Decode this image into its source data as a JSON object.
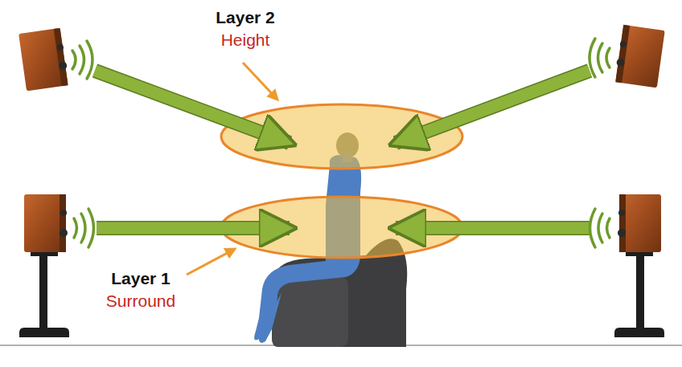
{
  "diagram": {
    "labels": [
      "Layer 2",
      "Height",
      "Layer 1",
      "Surround"
    ]
  }
}
